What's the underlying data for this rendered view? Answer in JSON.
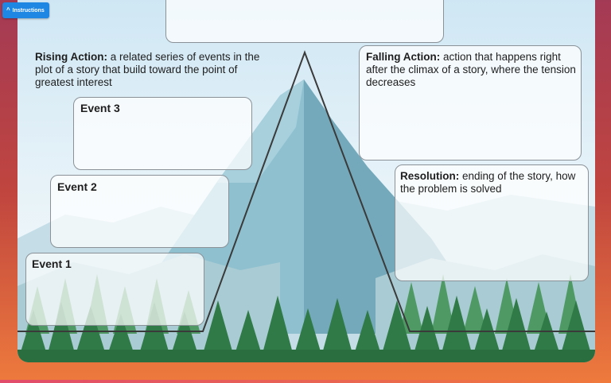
{
  "toolbar": {
    "instructions_label": "Instructions",
    "instructions_icon": "chevron-up-icon"
  },
  "rising_action": {
    "term": "Rising Action:",
    "definition": "a related series of events in the plot of a story that build toward the point of greatest interest"
  },
  "falling_action": {
    "term": "Falling Action:",
    "definition": "action that happens right after the climax of a story, where the tension decreases"
  },
  "resolution": {
    "term": "Resolution:",
    "definition": "ending of the story, how the problem is solved"
  },
  "events": [
    {
      "label": "Event 1"
    },
    {
      "label": "Event 2"
    },
    {
      "label": "Event 3"
    }
  ],
  "colors": {
    "accent": "#1e86e3",
    "frame_left": "#9b3550",
    "frame_right": "#f07a3c",
    "forest": "#2f7a46",
    "mountain": "#6fa5b8"
  }
}
